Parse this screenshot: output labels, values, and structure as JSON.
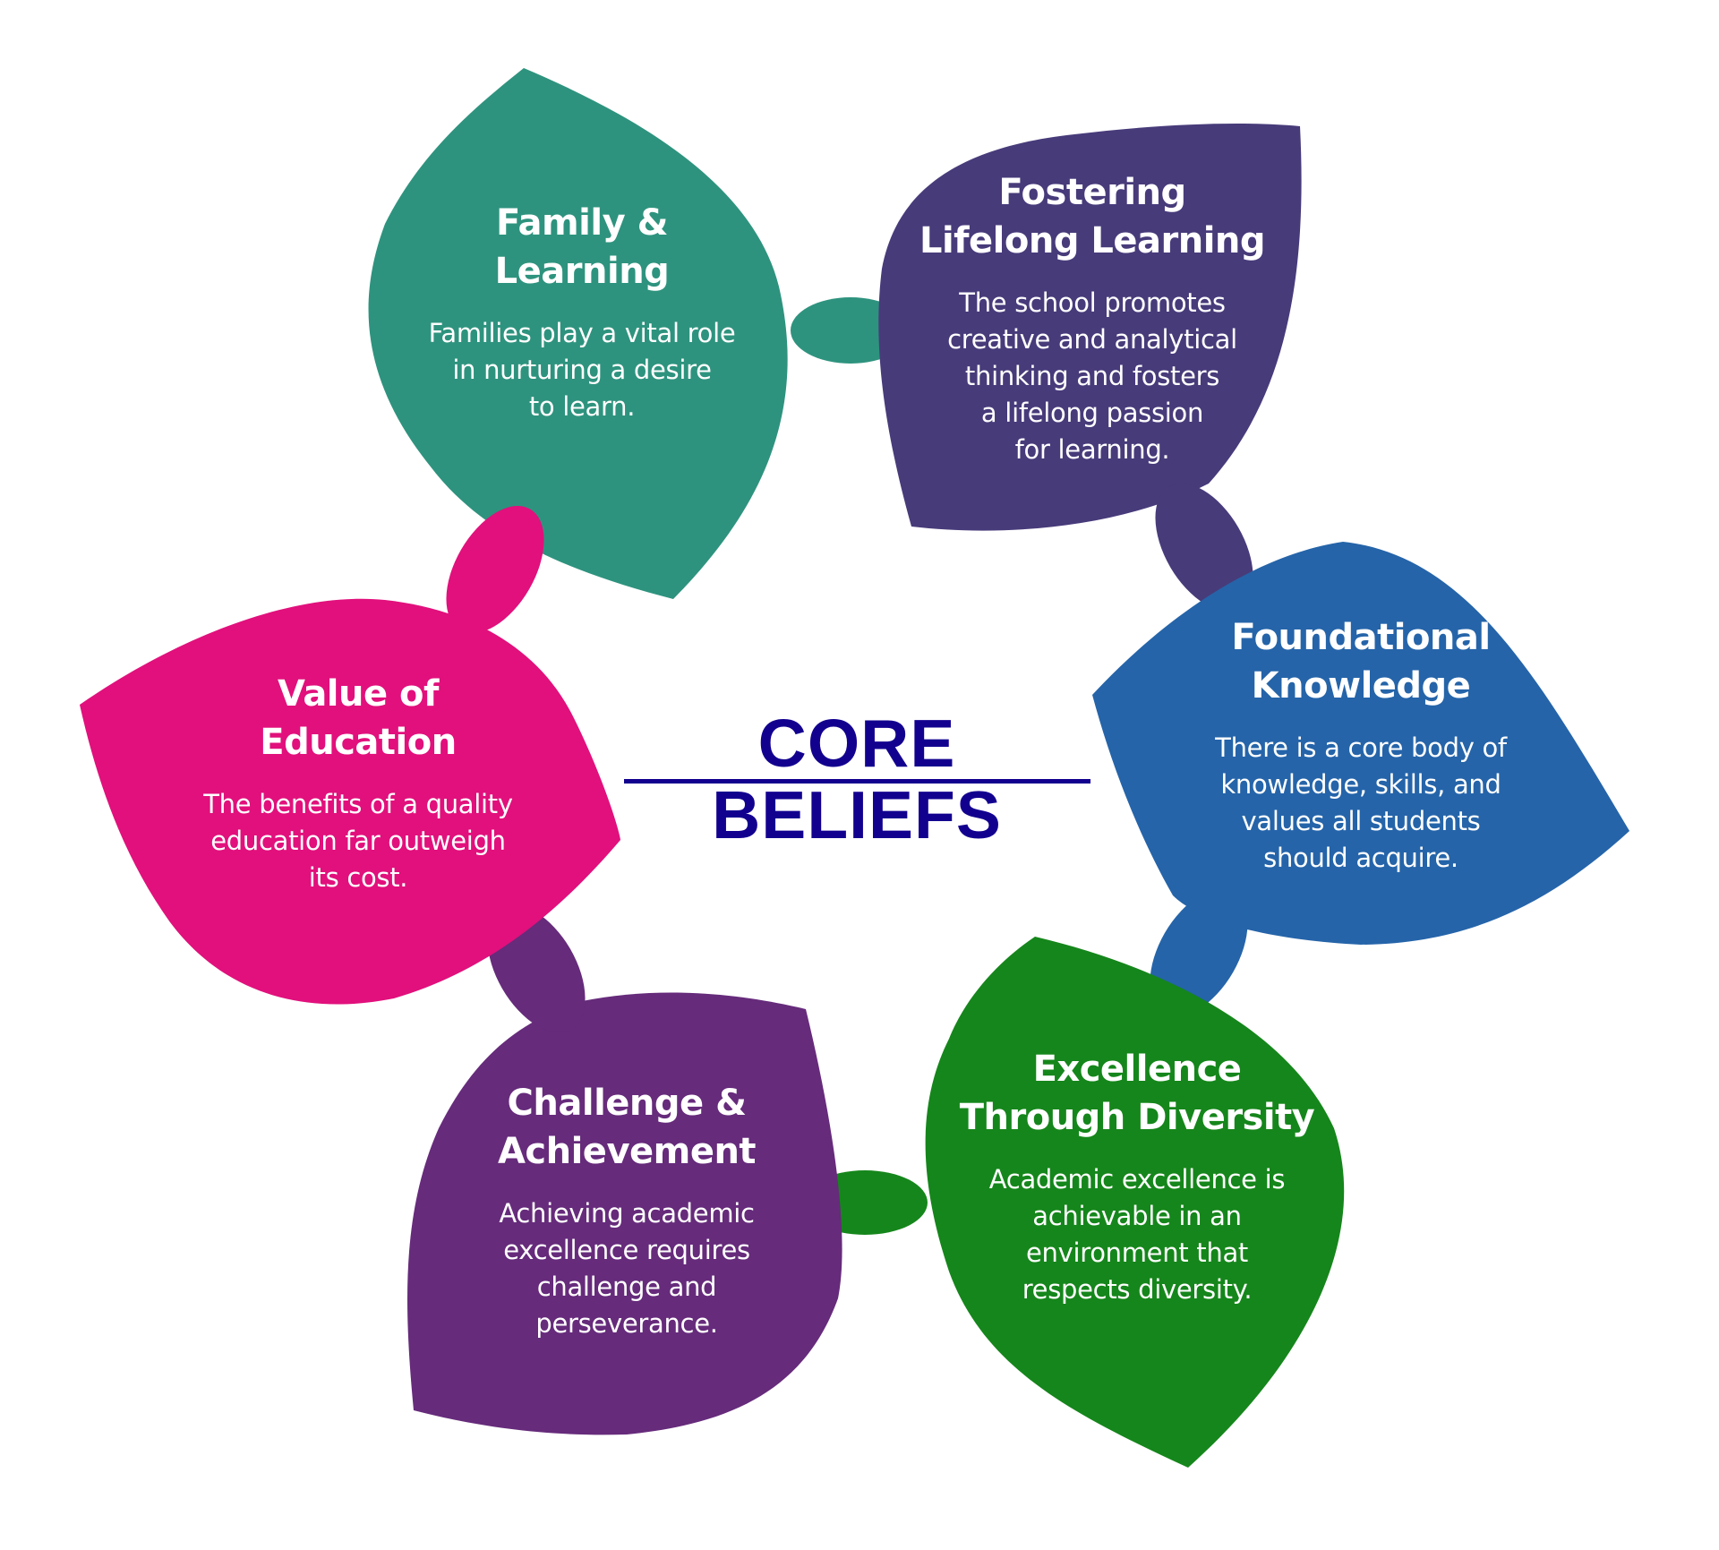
{
  "title": {
    "text": "CORE BELIEFS",
    "color": "#12008f"
  },
  "beliefs": [
    {
      "id": "family-learning",
      "heading": "Family &\nLearning",
      "body": "Families play a vital role\nin nurturing a desire\nto learn.",
      "color": "#2e937e"
    },
    {
      "id": "fostering-lifelong-learning",
      "heading": "Fostering\nLifelong Learning",
      "body": "The school promotes\ncreative and analytical\nthinking and fosters\na lifelong passion\nfor learning.",
      "color": "#483b7a"
    },
    {
      "id": "foundational-knowledge",
      "heading": "Foundational\nKnowledge",
      "body": "There is a core body of\nknowledge, skills, and\nvalues all students\nshould acquire.",
      "color": "#2564a9"
    },
    {
      "id": "excellence-through-diversity",
      "heading": "Excellence\nThrough Diversity",
      "body": "Academic excellence is\nachievable in an\nenvironment that\nrespects diversity.",
      "color": "#15861b"
    },
    {
      "id": "challenge-achievement",
      "heading": "Challenge &\nAchievement",
      "body": "Achieving academic\nexcellence requires\nchallenge and\nperseverance.",
      "color": "#662b7b"
    },
    {
      "id": "value-of-education",
      "heading": "Value of\nEducation",
      "body": "The benefits of a quality\neducation far outweigh\nits cost.",
      "color": "#e1107c"
    }
  ]
}
